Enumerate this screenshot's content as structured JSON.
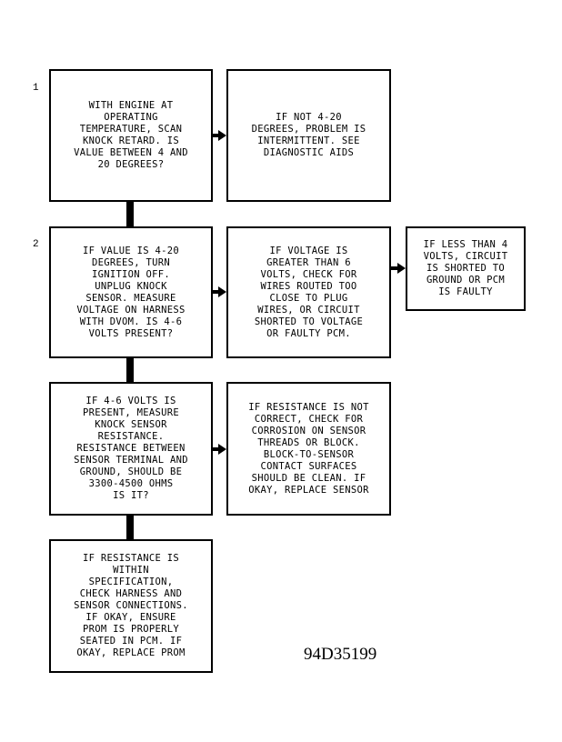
{
  "steps": [
    {
      "label": "1"
    },
    {
      "label": "2"
    }
  ],
  "boxes": {
    "box1": "WITH ENGINE AT\nOPERATING\nTEMPERATURE, SCAN\nKNOCK RETARD. IS\nVALUE BETWEEN 4 AND\n20 DEGREES?",
    "box1_side": "IF NOT 4-20\nDEGREES, PROBLEM IS\nINTERMITTENT. SEE\nDIAGNOSTIC AIDS",
    "box2": "IF VALUE IS 4-20\nDEGREES, TURN\nIGNITION OFF.\nUNPLUG KNOCK\nSENSOR. MEASURE\nVOLTAGE ON HARNESS\nWITH DVOM. IS 4-6\nVOLTS PRESENT?",
    "box2_side": "IF VOLTAGE IS\nGREATER THAN 6\nVOLTS, CHECK FOR\nWIRES ROUTED TOO\nCLOSE TO PLUG\nWIRES, OR CIRCUIT\nSHORTED TO VOLTAGE\nOR FAULTY PCM.",
    "box2_far": "IF LESS THAN 4\nVOLTS, CIRCUIT\nIS SHORTED TO\nGROUND OR PCM\nIS FAULTY",
    "box3": "IF 4-6 VOLTS IS\nPRESENT, MEASURE\nKNOCK SENSOR\nRESISTANCE.\nRESISTANCE BETWEEN\nSENSOR TERMINAL AND\nGROUND, SHOULD BE\n3300-4500 OHMS\nIS IT?",
    "box3_side": "IF RESISTANCE IS NOT\nCORRECT, CHECK FOR\nCORROSION ON SENSOR\nTHREADS OR BLOCK.\nBLOCK-TO-SENSOR\nCONTACT SURFACES\nSHOULD BE CLEAN. IF\nOKAY, REPLACE SENSOR",
    "box4": "IF RESISTANCE IS\nWITHIN\nSPECIFICATION,\nCHECK HARNESS AND\nSENSOR CONNECTIONS.\nIF OKAY, ENSURE\nPROM IS PROPERLY\nSEATED IN PCM. IF\nOKAY, REPLACE PROM"
  },
  "figure_id": "94D35199"
}
